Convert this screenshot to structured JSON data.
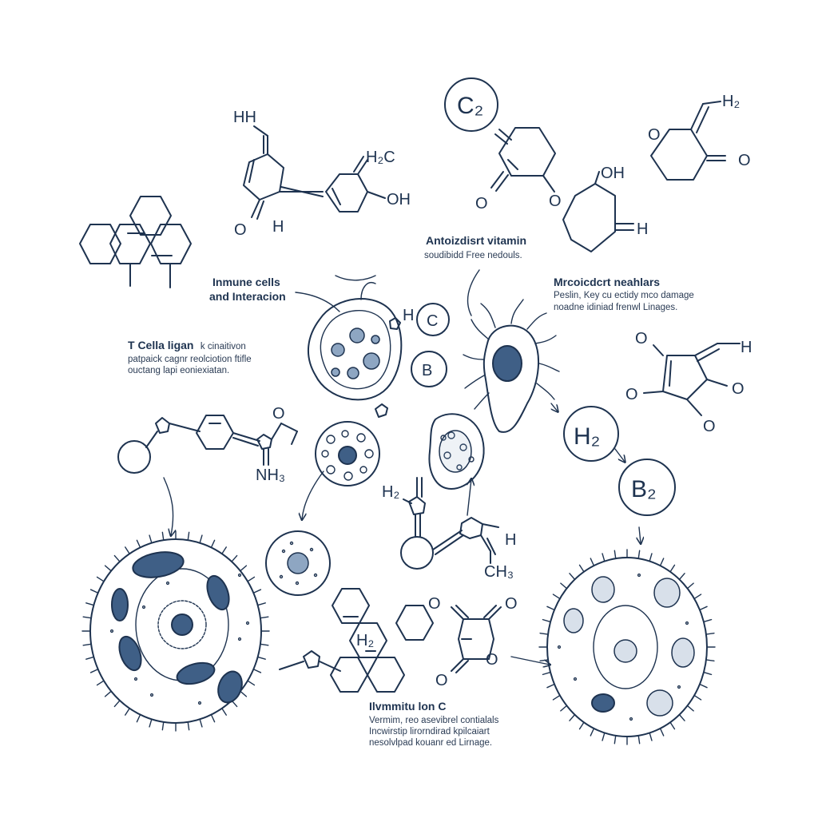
{
  "colors": {
    "ink": "#1e3350",
    "fill": "#3f5f86",
    "background": "#ffffff"
  },
  "atoms": {
    "m1_top": "HH",
    "m1_o": "O",
    "m1_h": "H",
    "m2_h3c": "H₂C",
    "m2_oh": "OH",
    "m3_c2": "C₂",
    "m3_o": "O",
    "m3_o_ring": "O",
    "m3_oh": "OH",
    "m3_h": "H",
    "m4_h2": "H₂",
    "m4_o1": "O",
    "m4_o2": "O",
    "m5_o1": "O",
    "m5_h": "H",
    "m5_o2": "O",
    "m5_o3": "O",
    "m5_o4": "O",
    "h2_circle": "H₂",
    "b2_circle": "B₂",
    "b_circle": "B",
    "c_circle": "C",
    "h_small": "H",
    "m6_o": "O",
    "m6_nh": "NH₃",
    "m7_h2": "H₂",
    "m7_h": "H",
    "m7_ch3": "CH₃",
    "m8_h2": "H₂",
    "m9_o1": "O",
    "m9_o2": "O",
    "m9_o3": "O",
    "m9_o4": "O"
  },
  "labels": {
    "antioxidant": {
      "title": "Antoizdisrt vitamin",
      "line1": "soudibidd Free nedouls."
    },
    "immune": {
      "title_line1": "Inmune cells",
      "title_line2": "and Interacion"
    },
    "microbial": {
      "title": "Mrcoicdcrt neahlars",
      "line1": "Peslin, Key cu ectidy mco damage",
      "line2": "noadne idiniad frenwl Linages."
    },
    "tcells": {
      "title": "T Cella ligan",
      "title_suffix": "k cinaitivon",
      "line1": "patpaick cagnr reolciotion ftifle",
      "line2": "ouctang lapi eoniexiatan."
    },
    "vitamin": {
      "title": "Ilvmmitu lon C",
      "line1": "Vermim, reo asevibrel contialals",
      "line2": "Incwirstip lirorndirad kpilcaiart",
      "line3": "nesolvlpad kouanr ed Lirnage."
    }
  }
}
